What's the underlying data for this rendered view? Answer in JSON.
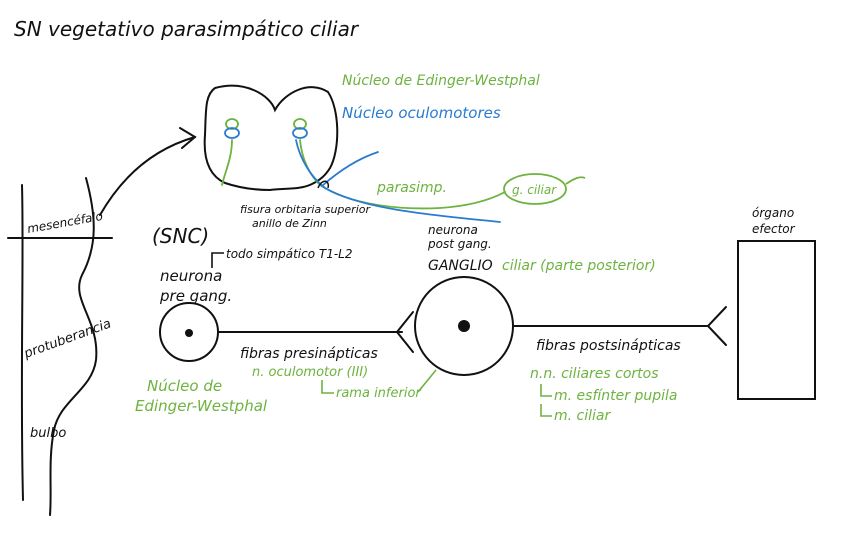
{
  "title": "SN vegetativo parasimpático ciliar",
  "colors": {
    "ink": "#111111",
    "green": "#6db33f",
    "blue": "#2a7bd0"
  },
  "brainstem": {
    "mesencefalo": "mesencéfalo",
    "protuberancia": "protuberancia",
    "bulbo": "bulbo"
  },
  "midbrain": {
    "edinger_label": "Núcleo de Edinger-Westphal",
    "oculomotor_label": "Núcleo oculomotores",
    "parasimp_label": "parasimp.",
    "ganglion_label": "g. ciliar",
    "fissure_line1": "fisura orbitaria superior",
    "fissure_line2": "anillo de Zinn"
  },
  "snc_label": "(SNC)",
  "preganglionic": {
    "note": "todo simpático T1-L2",
    "neuron_line1": "neurona",
    "neuron_line2": "pre gang.",
    "fibers": "fibras presinápticas",
    "nucleus_line1": "Núcleo de",
    "nucleus_line2": "Edinger-Westphal",
    "nerve": "n. oculomotor (III)",
    "branch": "rama inferior"
  },
  "postganglionic": {
    "neuron_line1": "neurona",
    "neuron_line2": "post gang.",
    "ganglion_word": "GANGLIO",
    "ganglion_rest": "ciliar (parte posterior)",
    "fibers": "fibras postsinápticas",
    "nerves": "n.n. ciliares cortos",
    "target1": "m. esfínter pupila",
    "target2": "m. ciliar"
  },
  "effector": {
    "line1": "órgano",
    "line2": "efector"
  }
}
